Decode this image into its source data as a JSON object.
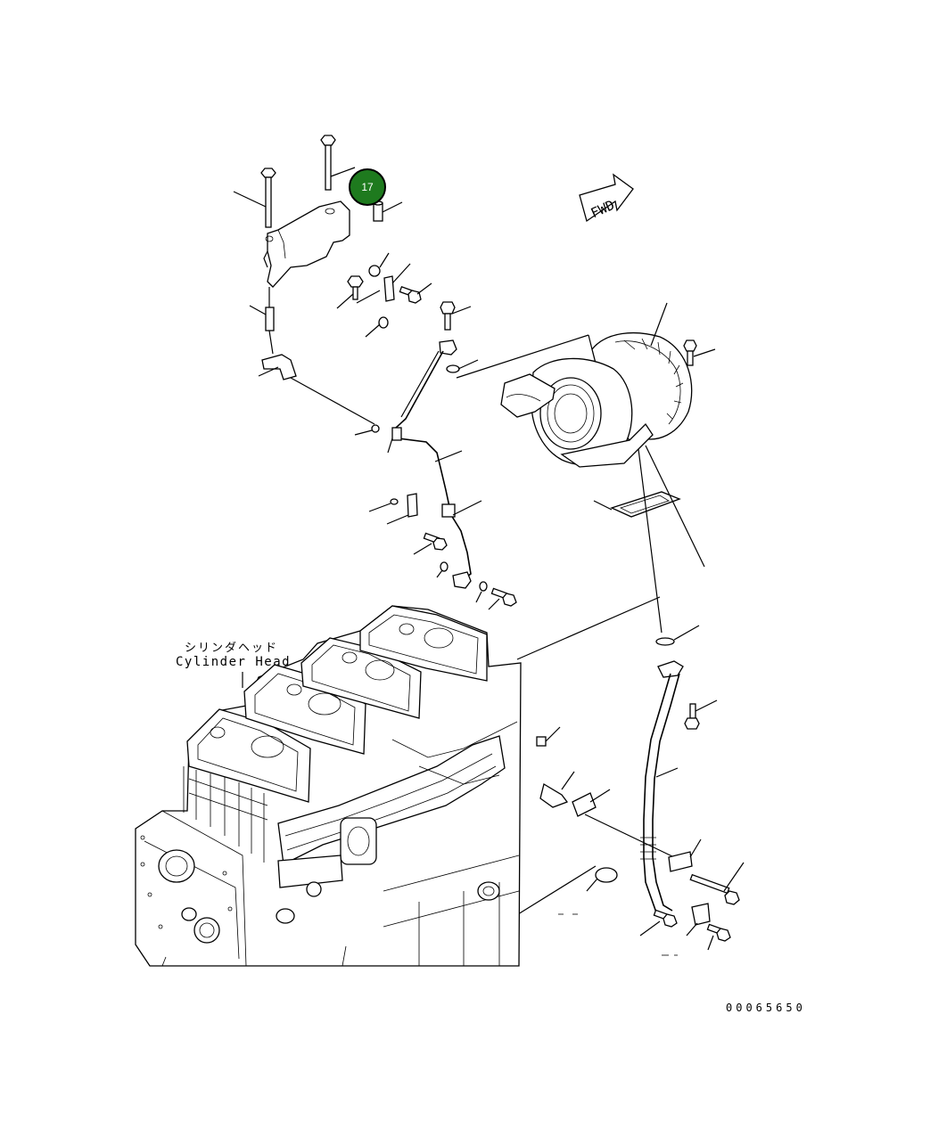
{
  "diagram": {
    "cylinder_head_label_jp": "シリンダヘッド",
    "cylinder_head_label_en": "Cylinder Head",
    "fwd_label": "FWD",
    "drawing_number": "00065650"
  },
  "callout": {
    "number": "17",
    "color": "#1e7a1e"
  }
}
